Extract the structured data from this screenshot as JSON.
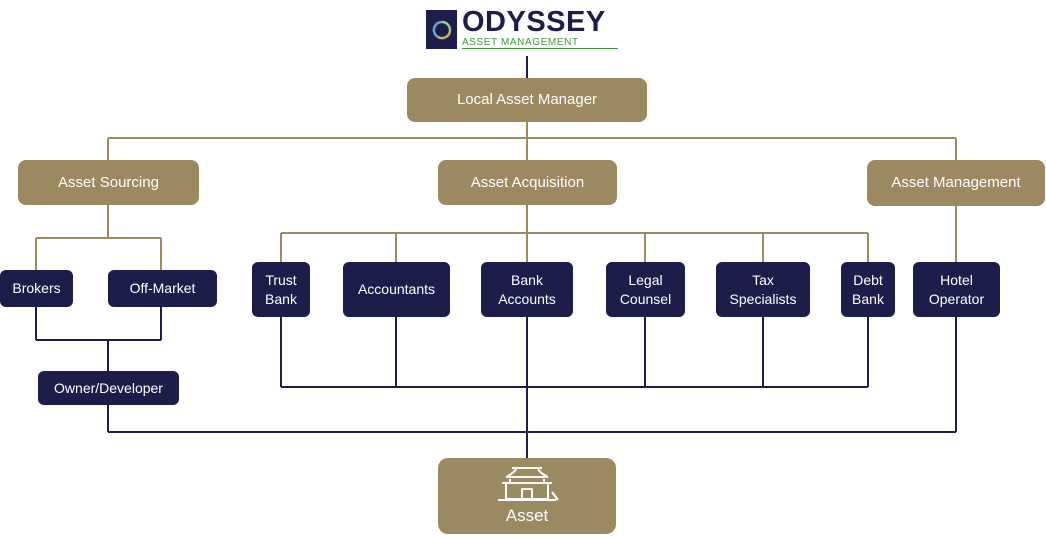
{
  "logo": {
    "name": "ODYSSEY",
    "tagline": "ASSET MANAGEMENT",
    "icon": "recycle-leaf-icon"
  },
  "colors": {
    "gold": "#9b8a5f",
    "navy": "#1d1d4b",
    "connector_gold": "#9b8a5f",
    "connector_navy": "#1d1d4b"
  },
  "root": {
    "label": "Local Asset Manager"
  },
  "branches": [
    {
      "label": "Asset Sourcing"
    },
    {
      "label": "Asset Acquisition"
    },
    {
      "label": "Asset Management"
    }
  ],
  "sourcing": {
    "brokers": "Brokers",
    "off_market": "Off-Market",
    "owner_developer": "Owner/Developer"
  },
  "acquisition": {
    "items": [
      {
        "line1": "Trust",
        "line2": "Bank"
      },
      {
        "line1": "Accountants",
        "line2": ""
      },
      {
        "line1": "Bank",
        "line2": "Accounts"
      },
      {
        "line1": "Legal",
        "line2": "Counsel"
      },
      {
        "line1": "Tax",
        "line2": "Specialists"
      },
      {
        "line1": "Debt",
        "line2": "Bank"
      }
    ]
  },
  "management": {
    "operator": {
      "line1": "Hotel",
      "line2": "Operator"
    }
  },
  "asset": {
    "label": "Asset",
    "icon": "building-icon"
  }
}
